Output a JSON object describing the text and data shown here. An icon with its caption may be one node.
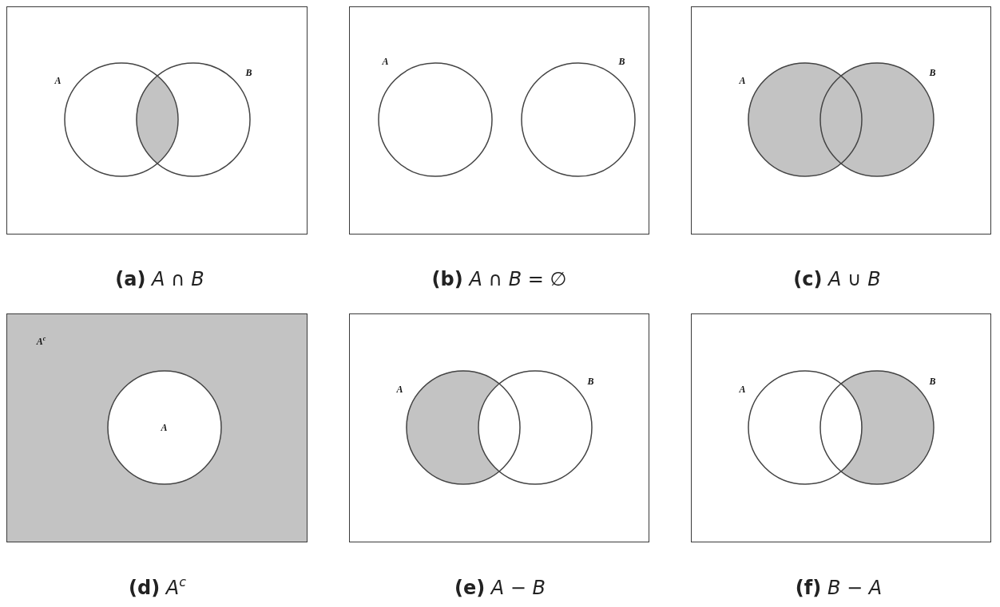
{
  "diagram": {
    "nodes": [
      {
        "text": [],
        "shape": "box",
        "beside": [
          "**(a)** *A* ∩ *B*"
        ]
      },
      {
        "text": [],
        "shape": "circle",
        "in": 0,
        "beside": [
          "A"
        ]
      },
      {
        "text": [],
        "shape": "circle",
        "in": 0,
        "beside": [
          "B"
        ]
      },
      {
        "text": [],
        "shape": "box",
        "beside": [
          "**(b)** *A* ∩ *B* = ∅"
        ]
      },
      {
        "text": [],
        "shape": "circle",
        "in": 3,
        "beside": [
          "A"
        ]
      },
      {
        "text": [],
        "shape": "circle",
        "in": 3,
        "beside": [
          "B"
        ]
      },
      {
        "text": [],
        "shape": "box",
        "beside": [
          "**(c)** *A* ∪ *B*"
        ]
      },
      {
        "text": [],
        "shape": "circle",
        "in": 6,
        "beside": [
          "A"
        ]
      },
      {
        "text": [],
        "shape": "circle",
        "in": 6,
        "beside": [
          "B"
        ]
      },
      {
        "text": [
          "A$^{c}$"
        ],
        "beside": [
          "**(d)** *A*$^{c}$"
        ]
      },
      {
        "text": [
          "A"
        ],
        "in": 9
      },
      {
        "text": [],
        "shape": "box",
        "beside": [
          "**(e)** *A* − *B*"
        ]
      },
      {
        "text": [],
        "shape": "circle",
        "in": 11,
        "beside": [
          "A"
        ]
      },
      {
        "text": [],
        "shape": "circle",
        "in": 11,
        "beside": [
          "B"
        ]
      },
      {
        "text": [],
        "shape": "box",
        "beside": [
          "**(f)** *B* − *A*"
        ]
      },
      {
        "text": [],
        "shape": "circle",
        "in": 14,
        "beside": [
          "A"
        ]
      },
      {
        "text": [],
        "shape": "circle",
        "in": 14,
        "beside": [
          "B"
        ]
      }
    ]
  }
}
